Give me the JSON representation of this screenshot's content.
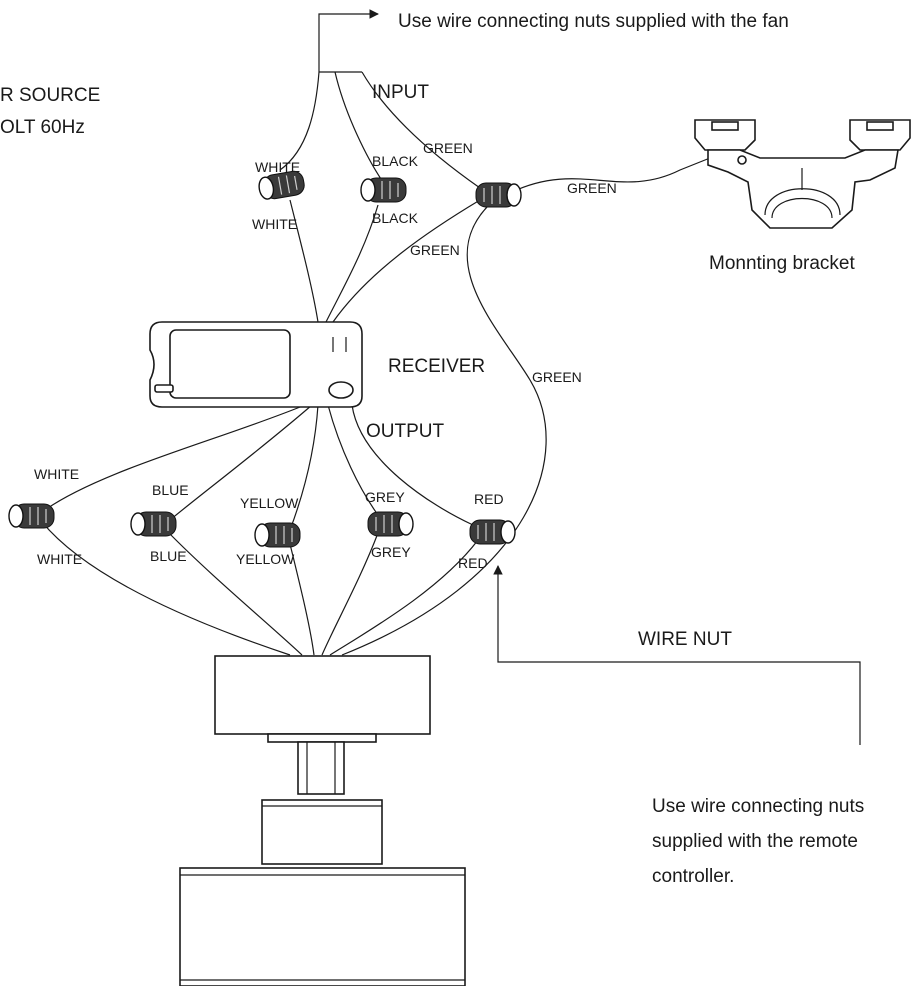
{
  "top_note": "Use wire connecting nuts supplied with the fan",
  "power_source": {
    "line1": "R SOURCE",
    "line2": "OLT 60Hz"
  },
  "section_input": "INPUT",
  "section_output": "OUTPUT",
  "receiver_label": "RECEIVER",
  "bracket_label": "Monnting bracket",
  "wire_nut_label": "WIRE NUT",
  "bottom_note": {
    "line1": "Use wire connecting nuts",
    "line2": "supplied with the remote",
    "line3": "controller."
  },
  "input_wires": {
    "white_top": "WHITE",
    "white_bottom": "WHITE",
    "black_top": "BLACK",
    "black_bottom": "BLACK",
    "green_top": "GREEN",
    "green_bottom": "GREEN",
    "green_bracket": "GREEN",
    "green_long": "GREEN"
  },
  "output_wires": {
    "white_top": "WHITE",
    "white_bottom": "WHITE",
    "blue_top": "BLUE",
    "blue_bottom": "BLUE",
    "yellow_top": "YELLOW",
    "yellow_bottom": "YELLOW",
    "grey_top": "GREY",
    "grey_bottom": "GREY",
    "red_top": "RED",
    "red_bottom": "RED"
  }
}
